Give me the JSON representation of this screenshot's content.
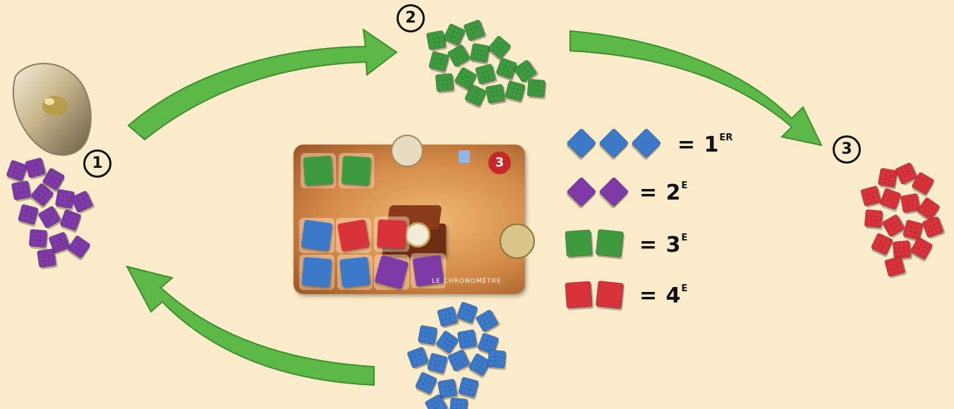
{
  "steps": [
    {
      "label": "1"
    },
    {
      "label": "2"
    },
    {
      "label": "3"
    }
  ],
  "legend": [
    {
      "color_name": "blue",
      "count": 3,
      "equals": "=",
      "rank_main": "1",
      "rank_suffix": "ER"
    },
    {
      "color_name": "purple",
      "count": 2,
      "equals": "=",
      "rank_main": "2",
      "rank_suffix": "E"
    },
    {
      "color_name": "green",
      "count": 2,
      "equals": "=",
      "rank_main": "3",
      "rank_suffix": "E"
    },
    {
      "color_name": "red",
      "count": 2,
      "equals": "=",
      "rank_main": "4",
      "rank_suffix": "E"
    }
  ],
  "card": {
    "caption": "LE CHRONOMÈTRE",
    "badge_number": "3"
  },
  "colors": {
    "background": "#fdeccb",
    "arrow": "#5cb847",
    "arrow_dark": "#3f8f2f",
    "blue": "#3d79c9",
    "purple": "#7e3aa6",
    "green": "#3e9a3e",
    "red": "#d8333a"
  }
}
